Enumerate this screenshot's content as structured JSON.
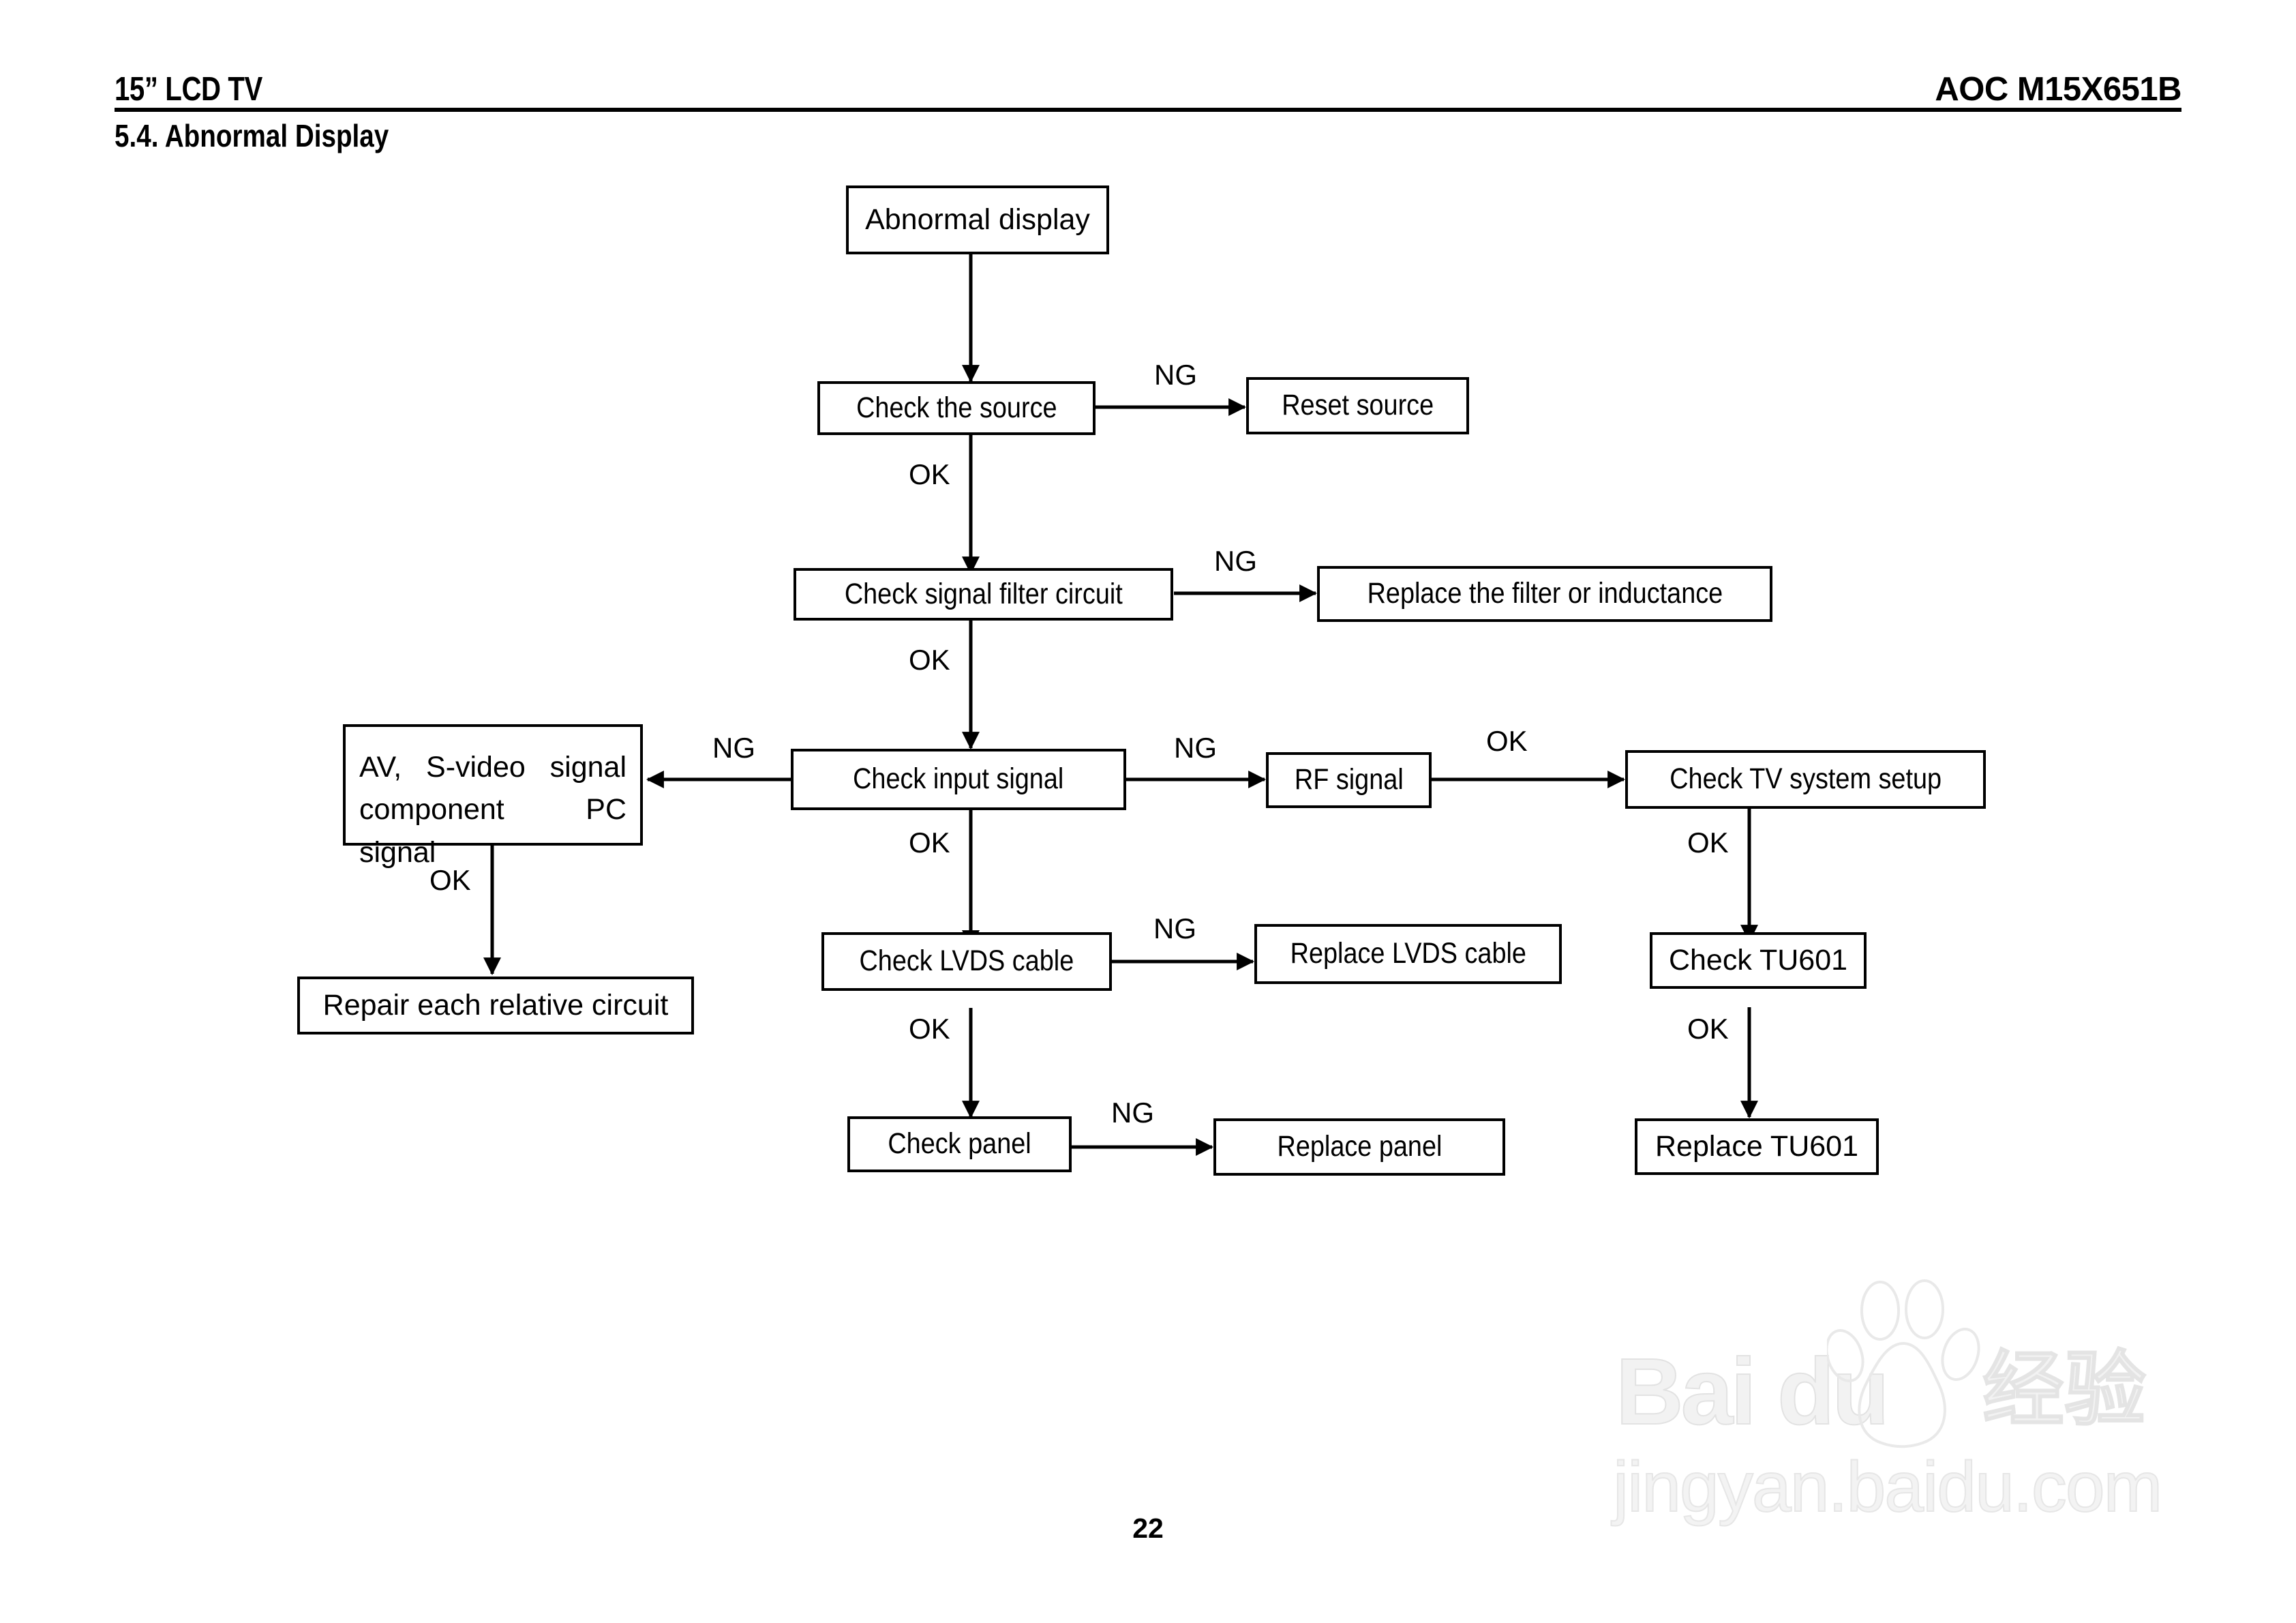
{
  "header": {
    "doc_title": "15” LCD TV",
    "model": "AOC M15X651B",
    "section_title": "5.4. Abnormal Display"
  },
  "footer": {
    "page_number": "22"
  },
  "watermark": {
    "brand": "Bai du",
    "brand_cn": "经验",
    "url": "jingyan.baidu.com"
  },
  "chart_data": {
    "type": "diagram",
    "title": "5.4. Abnormal Display",
    "nodes": [
      {
        "id": "abnormal_display",
        "label": "Abnormal display"
      },
      {
        "id": "check_source",
        "label": "Check the source"
      },
      {
        "id": "reset_source",
        "label": "Reset source"
      },
      {
        "id": "check_filter",
        "label": "Check signal filter circuit"
      },
      {
        "id": "replace_filter",
        "label": "Replace the filter or inductance"
      },
      {
        "id": "av_svideo",
        "label_line1": "AV,   S-video   signal",
        "label_line2": "component PC signal"
      },
      {
        "id": "check_input",
        "label": "Check input signal"
      },
      {
        "id": "rf_signal",
        "label": "RF signal"
      },
      {
        "id": "check_tv_setup",
        "label": "Check TV system setup"
      },
      {
        "id": "repair_relative",
        "label": "Repair each relative circuit"
      },
      {
        "id": "check_lvds",
        "label": "Check LVDS cable"
      },
      {
        "id": "replace_lvds",
        "label": "Replace LVDS cable"
      },
      {
        "id": "check_tu601",
        "label": "Check TU601"
      },
      {
        "id": "check_panel",
        "label": "Check panel"
      },
      {
        "id": "replace_panel",
        "label": "Replace panel"
      },
      {
        "id": "replace_tu601",
        "label": "Replace TU601"
      }
    ],
    "edges": [
      {
        "from": "abnormal_display",
        "to": "check_source",
        "label": ""
      },
      {
        "from": "check_source",
        "to": "reset_source",
        "label": "NG"
      },
      {
        "from": "check_source",
        "to": "check_filter",
        "label": "OK"
      },
      {
        "from": "check_filter",
        "to": "replace_filter",
        "label": "NG"
      },
      {
        "from": "check_filter",
        "to": "check_input",
        "label": "OK"
      },
      {
        "from": "check_input",
        "to": "av_svideo",
        "label": "NG"
      },
      {
        "from": "check_input",
        "to": "rf_signal",
        "label": "NG"
      },
      {
        "from": "rf_signal",
        "to": "check_tv_setup",
        "label": "OK"
      },
      {
        "from": "av_svideo",
        "to": "repair_relative",
        "label": "OK"
      },
      {
        "from": "check_input",
        "to": "check_lvds",
        "label": "OK"
      },
      {
        "from": "check_lvds",
        "to": "replace_lvds",
        "label": "NG"
      },
      {
        "from": "check_lvds",
        "to": "check_panel",
        "label": "OK"
      },
      {
        "from": "check_panel",
        "to": "replace_panel",
        "label": "NG"
      },
      {
        "from": "check_tv_setup",
        "to": "check_tu601",
        "label": "OK"
      },
      {
        "from": "check_tu601",
        "to": "replace_tu601",
        "label": "OK"
      }
    ],
    "edge_labels": {
      "l_ng_source": "NG",
      "l_ok_source": "OK",
      "l_ng_filter": "NG",
      "l_ok_filter": "OK",
      "l_ng_input_left": "NG",
      "l_ng_input_right": "NG",
      "l_ok_rf": "OK",
      "l_ok_av": "OK",
      "l_ok_input": "OK",
      "l_ng_lvds": "NG",
      "l_ok_lvds": "OK",
      "l_ng_panel": "NG",
      "l_ok_tvsetup": "OK",
      "l_ok_tu601": "OK"
    }
  }
}
